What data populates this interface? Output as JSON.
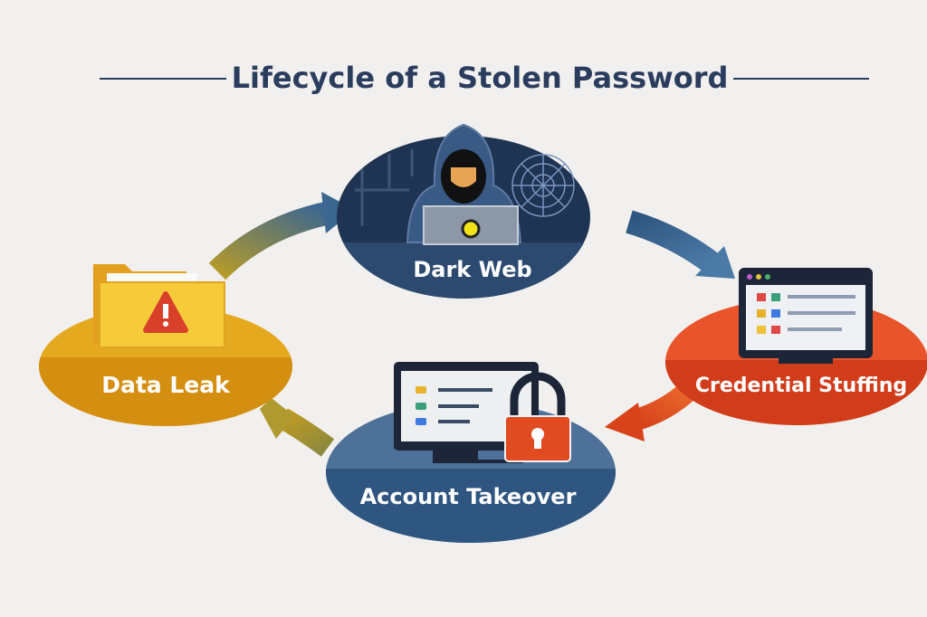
{
  "title": "Lifecycle of a Stolen Password",
  "stages": [
    {
      "label": "Dark Web",
      "icon": "hooded-hacker-icon",
      "color": "#2c4a70"
    },
    {
      "label": "Credential Stuffing",
      "icon": "login-screen-icon",
      "color": "#d9441c"
    },
    {
      "label": "Account Takeover",
      "icon": "locked-monitor-icon",
      "color": "#3a6390"
    },
    {
      "label": "Data Leak",
      "icon": "folder-warning-icon",
      "color": "#d9960f"
    }
  ],
  "colors": {
    "title": "#2b3d5e",
    "background": "#f1f0ee"
  }
}
